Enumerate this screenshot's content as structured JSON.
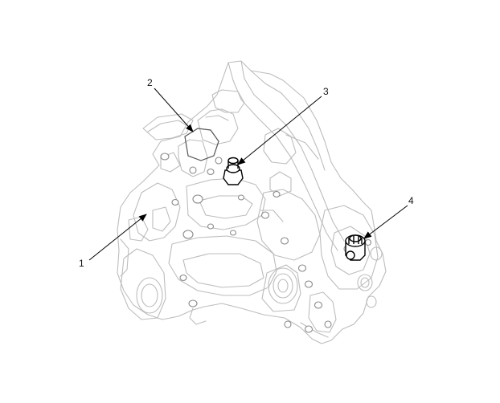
{
  "diagram": {
    "callouts": [
      {
        "id": "1",
        "label": "1"
      },
      {
        "id": "2",
        "label": "2"
      },
      {
        "id": "3",
        "label": "3"
      },
      {
        "id": "4",
        "label": "4"
      }
    ],
    "colors": {
      "line": "#bdbdbd",
      "line_dark": "#8a8a8a",
      "highlight": "#000000",
      "leader": "#000000",
      "background": "#ffffff"
    }
  }
}
